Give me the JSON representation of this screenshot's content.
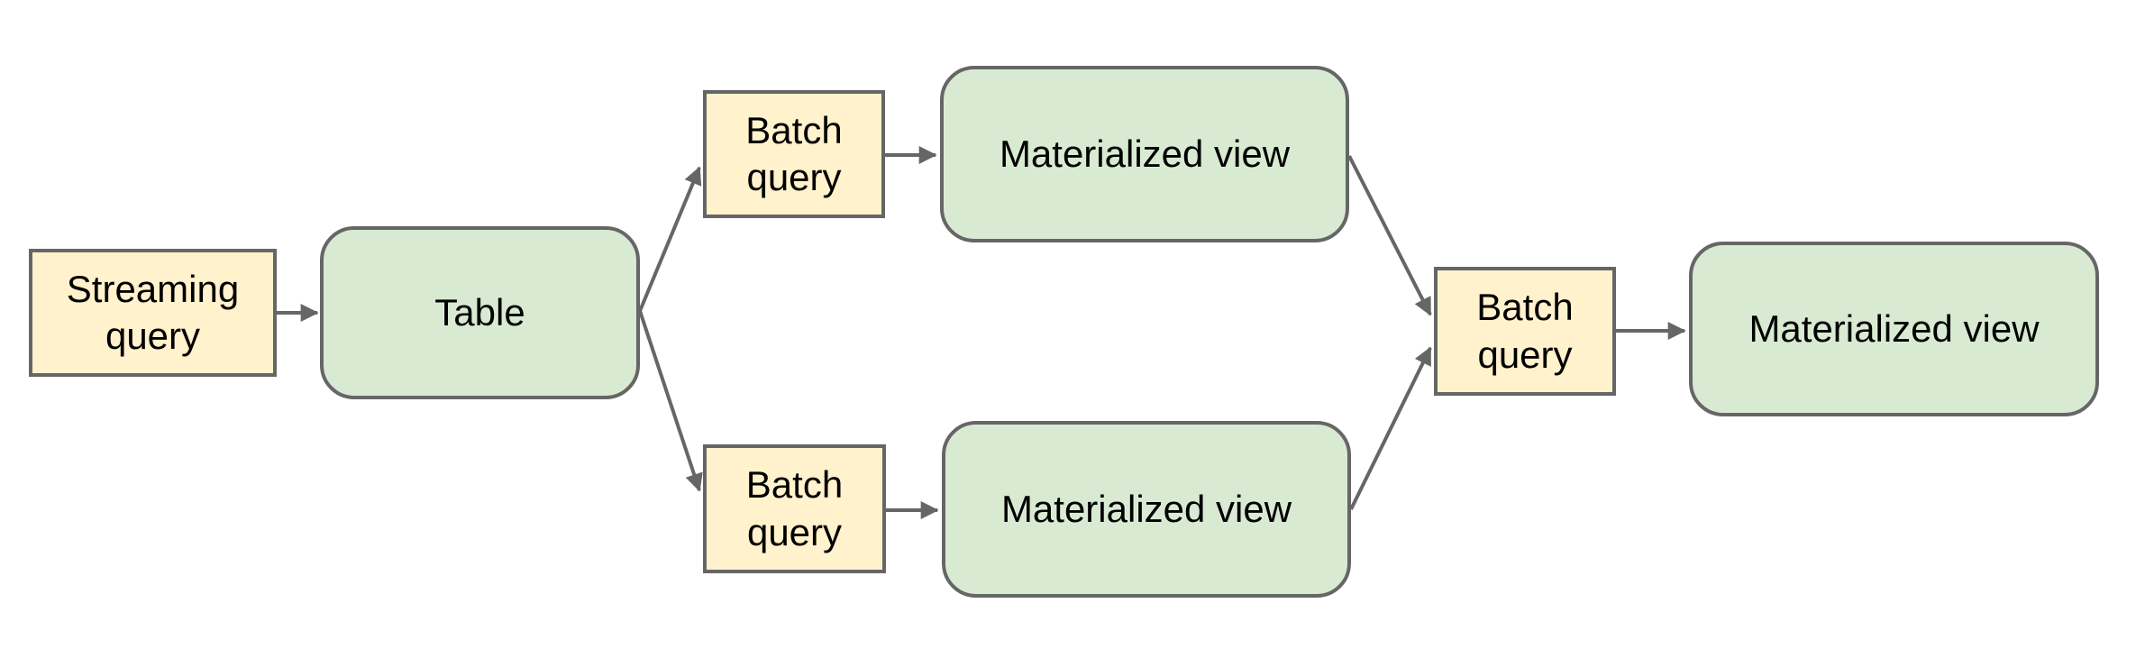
{
  "diagram": {
    "background_color": "#ffffff",
    "colors": {
      "query_node_fill": "#fff2cc",
      "table_node_fill": "#d9ead3",
      "node_border": "#666666",
      "arrow": "#666666",
      "text": "#000000"
    },
    "nodes": [
      {
        "id": "streaming-query",
        "label": "Streaming query",
        "shape": "rectangle",
        "fill": "#fff2cc"
      },
      {
        "id": "table",
        "label": "Table",
        "shape": "rounded-rectangle",
        "fill": "#d9ead3"
      },
      {
        "id": "batch-query-top",
        "label": "Batch query",
        "shape": "rectangle",
        "fill": "#fff2cc"
      },
      {
        "id": "materialized-view-top",
        "label": "Materialized view",
        "shape": "rounded-rectangle",
        "fill": "#d9ead3"
      },
      {
        "id": "batch-query-bottom",
        "label": "Batch query",
        "shape": "rectangle",
        "fill": "#fff2cc"
      },
      {
        "id": "materialized-view-bottom",
        "label": "Materialized view",
        "shape": "rounded-rectangle",
        "fill": "#d9ead3"
      },
      {
        "id": "batch-query-right",
        "label": "Batch query",
        "shape": "rectangle",
        "fill": "#fff2cc"
      },
      {
        "id": "materialized-view-right",
        "label": "Materialized view",
        "shape": "rounded-rectangle",
        "fill": "#d9ead3"
      }
    ],
    "edges": [
      {
        "from": "streaming-query",
        "to": "table"
      },
      {
        "from": "table",
        "to": "batch-query-top"
      },
      {
        "from": "table",
        "to": "batch-query-bottom"
      },
      {
        "from": "batch-query-top",
        "to": "materialized-view-top"
      },
      {
        "from": "batch-query-bottom",
        "to": "materialized-view-bottom"
      },
      {
        "from": "materialized-view-top",
        "to": "batch-query-right"
      },
      {
        "from": "materialized-view-bottom",
        "to": "batch-query-right"
      },
      {
        "from": "batch-query-right",
        "to": "materialized-view-right"
      }
    ]
  }
}
